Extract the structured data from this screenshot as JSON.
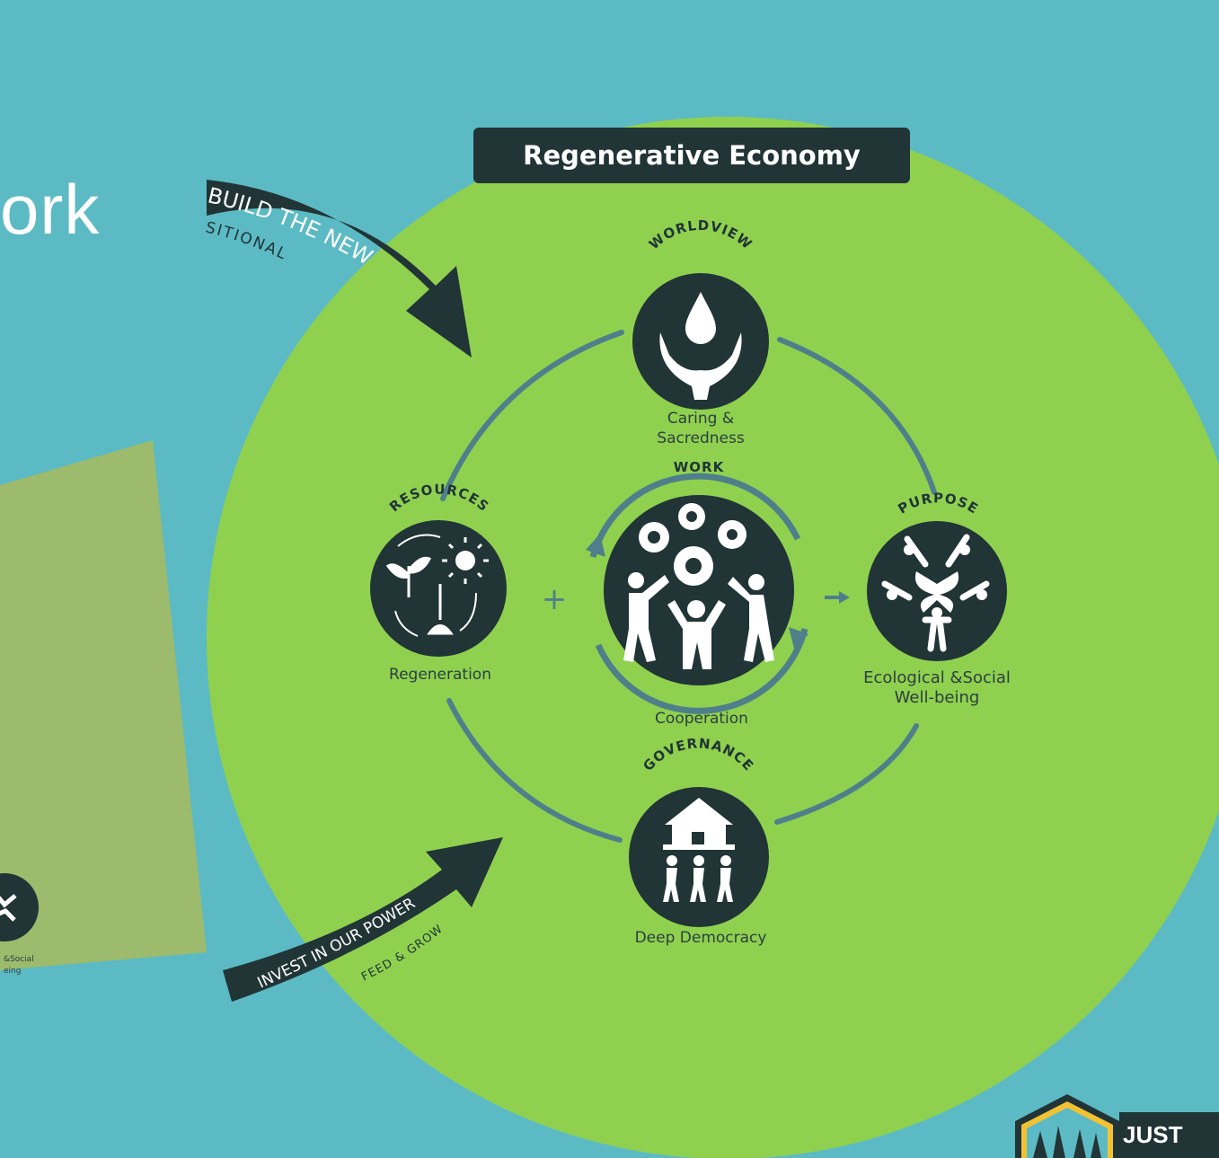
{
  "slide": {
    "title_fragment": "ork"
  },
  "diagram": {
    "title": "Regenerative Economy",
    "arrows": {
      "top_main": "BUILD THE NEW",
      "top_sub": "SITIONAL",
      "bottom_main": "INVEST IN OUR POWER",
      "bottom_sub": "FEED & GROW"
    },
    "nodes": {
      "worldview": {
        "heading": "WORLDVIEW",
        "caption_line1": "Caring &",
        "caption_line2": "Sacredness"
      },
      "work": {
        "heading": "WORK",
        "caption": "Cooperation"
      },
      "resources": {
        "heading": "RESOURCES",
        "caption": "Regeneration"
      },
      "purpose": {
        "heading": "PURPOSE",
        "caption_line1": "Ecological &Social",
        "caption_line2": "Well-being"
      },
      "governance": {
        "heading": "GOVERNANCE",
        "caption": "Deep Democracy"
      }
    },
    "operators": {
      "plus": "+",
      "arrow": "→"
    }
  },
  "background_slide": {
    "caption_fragment": "&Social",
    "caption_fragment2": "eing"
  },
  "logo": {
    "text": "JUST"
  },
  "colors": {
    "background": "#5cbac4",
    "circle": "#8fd14f",
    "dark": "#213436",
    "ring": "#4f7f8a",
    "olive_panel": "#9cbb6c"
  }
}
